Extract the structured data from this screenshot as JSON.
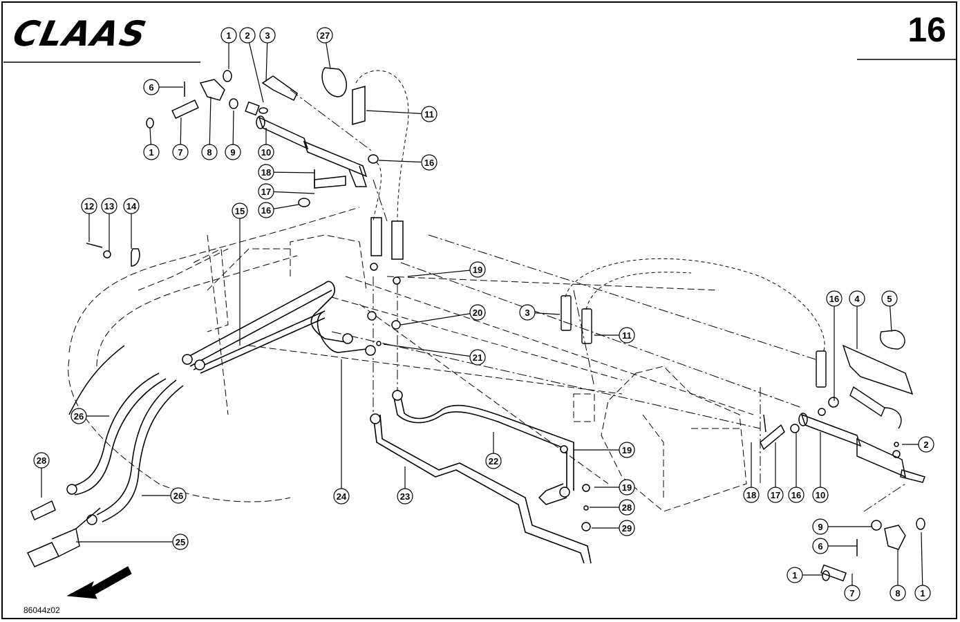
{
  "header": {
    "brand": "CLAAS",
    "page_number": "16"
  },
  "footer": {
    "drawing_number": "86044z02"
  },
  "callout_labels": [
    "1",
    "2",
    "3",
    "27",
    "6",
    "11",
    "1",
    "7",
    "8",
    "9",
    "10",
    "16",
    "18",
    "17",
    "16",
    "12",
    "13",
    "14",
    "15",
    "19",
    "20",
    "3",
    "11",
    "21",
    "16",
    "4",
    "5",
    "2",
    "19",
    "22",
    "19",
    "28",
    "29",
    "23",
    "24",
    "26",
    "26",
    "25",
    "28",
    "18",
    "17",
    "16",
    "10",
    "9",
    "6",
    "1",
    "7",
    "8",
    "1"
  ]
}
